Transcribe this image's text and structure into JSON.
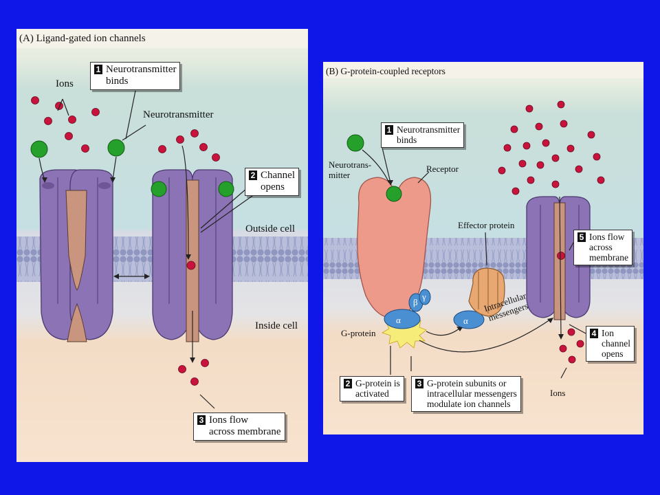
{
  "panel_a": {
    "title": "(A) Ligand-gated ion channels",
    "ions_label": "Ions",
    "neurotransmitter_label": "Neurotransmitter",
    "outside_label": "Outside cell",
    "inside_label": "Inside cell",
    "steps": [
      {
        "num": "1",
        "text": "Neurotransmitter\nbinds"
      },
      {
        "num": "2",
        "text": "Channel\nopens"
      },
      {
        "num": "3",
        "text": "Ions flow\nacross membrane"
      }
    ]
  },
  "panel_b": {
    "title": "(B) G-protein-coupled receptors",
    "neurotransmitter_label": "Neurotrans-\nmitter",
    "receptor_label": "Receptor",
    "effector_label": "Effector protein",
    "gprotein_label": "G-protein",
    "messengers_label": "Intracellular\nmessengers",
    "ions_label": "Ions",
    "alpha": "α",
    "beta": "β",
    "gamma": "γ",
    "steps": [
      {
        "num": "1",
        "text": "Neurotransmitter\nbinds"
      },
      {
        "num": "2",
        "text": "G-protein is\nactivated"
      },
      {
        "num": "3",
        "text": "G-protein subunits or\nintracellular messengers\nmodulate ion channels"
      },
      {
        "num": "4",
        "text": "Ion\nchannel\nopens"
      },
      {
        "num": "5",
        "text": "Ions flow\nacross\nmembrane"
      }
    ]
  },
  "colors": {
    "background": "#0f16e8",
    "channel": "#8c73b5",
    "pore": "#c9957e",
    "ion": "#c8143c",
    "neurotransmitter": "#25a02a",
    "receptor": "#ee9a8a",
    "gprotein": "#4a8fd2",
    "effector": "#e9a872"
  }
}
